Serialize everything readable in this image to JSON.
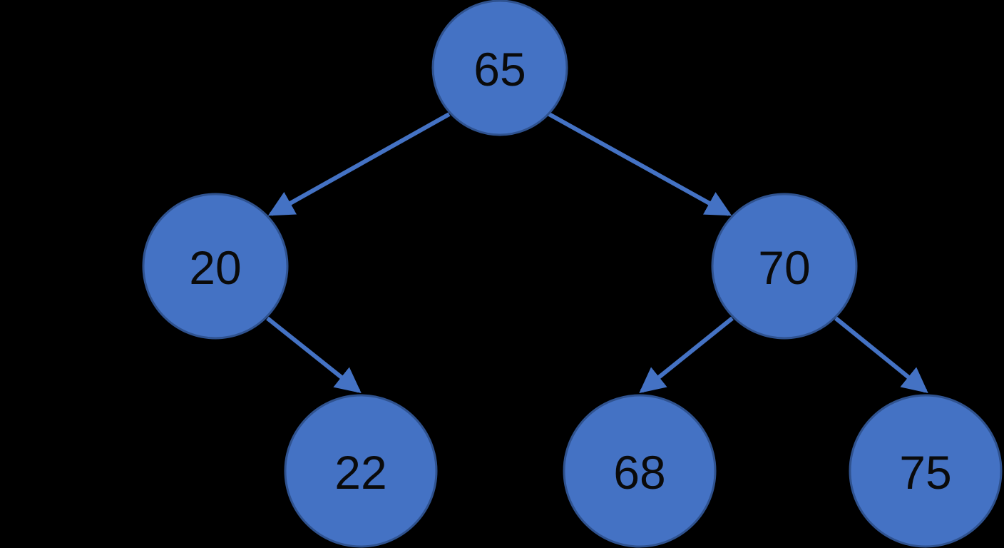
{
  "colors": {
    "background": "#000000",
    "node_fill": "#4472c4",
    "node_stroke": "#2f528f",
    "edge": "#4472c4",
    "label": "#0a0a0a"
  },
  "tree": {
    "nodes": [
      {
        "id": "n65",
        "label": "65"
      },
      {
        "id": "n20",
        "label": "20"
      },
      {
        "id": "n70",
        "label": "70"
      },
      {
        "id": "n22",
        "label": "22"
      },
      {
        "id": "n68",
        "label": "68"
      },
      {
        "id": "n75",
        "label": "75"
      }
    ],
    "edges": [
      {
        "from": "n65",
        "to": "n20"
      },
      {
        "from": "n65",
        "to": "n70"
      },
      {
        "from": "n20",
        "to": "n22"
      },
      {
        "from": "n70",
        "to": "n68"
      },
      {
        "from": "n70",
        "to": "n75"
      }
    ]
  }
}
